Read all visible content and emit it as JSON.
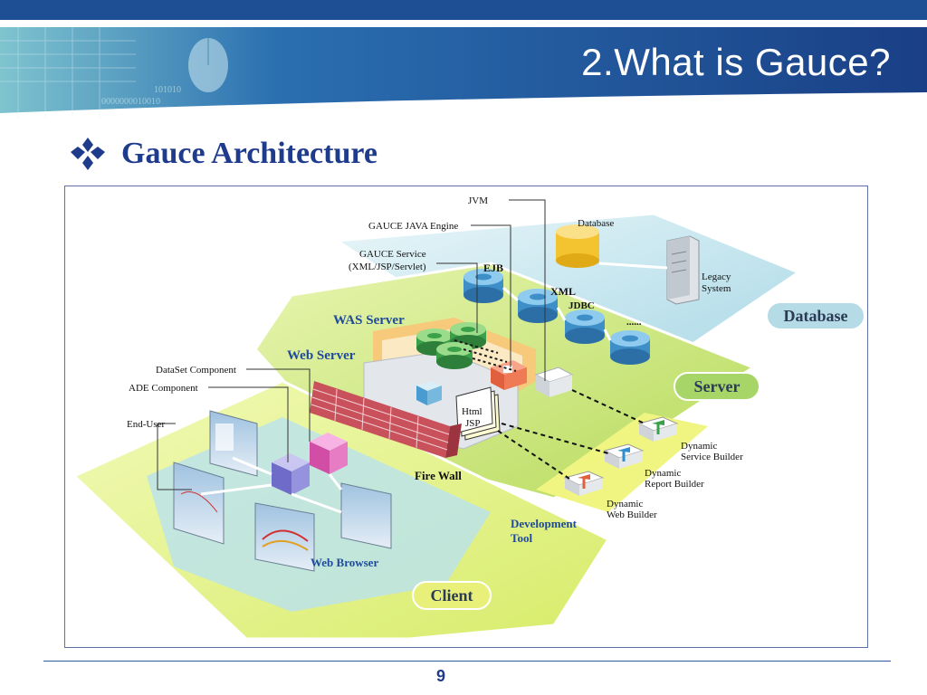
{
  "slide": {
    "title": "2.What is Gauce?",
    "section": "Gauce Architecture",
    "page_number": "9"
  },
  "colors": {
    "header_blue": "#1e4f95",
    "title_navy": "#1f3c8c",
    "client_layer": "#dff07a",
    "server_layer": "#c9e57a",
    "database_layer": "#bfe3ec",
    "was_layer": "#f7c97a",
    "cylinder": "#5aaedc",
    "firewall": "#c9515c"
  },
  "diagram": {
    "labels": {
      "jvm": "JVM",
      "gauce_java_engine": "GAUCE JAVA Engine",
      "gauce_service_line1": "GAUCE Service",
      "gauce_service_line2": "(XML/JSP/Servlet)",
      "database_small": "Database",
      "legacy_line1": "Legacy",
      "legacy_line2": "System",
      "ejb": "EJB",
      "xml": "XML",
      "jdbc": "JDBC",
      "ellipsis": "......",
      "was_server": "WAS Server",
      "web_server": "Web Server",
      "dataset_component": "DataSet Component",
      "ade_component": "ADE Component",
      "end_user": "End-User",
      "html": "Html",
      "jsp": "JSP",
      "fire_wall": "Fire Wall",
      "web_browser": "Web Browser",
      "development_line1": "Development",
      "development_line2": "Tool",
      "dyn_service_line1": "Dynamic",
      "dyn_service_line2": "Service Builder",
      "dyn_report_line1": "Dynamic",
      "dyn_report_line2": "Report Builder",
      "dyn_web_line1": "Dynamic",
      "dyn_web_line2": "Web Builder"
    },
    "badges": {
      "database": "Database",
      "server": "Server",
      "client": "Client"
    }
  }
}
